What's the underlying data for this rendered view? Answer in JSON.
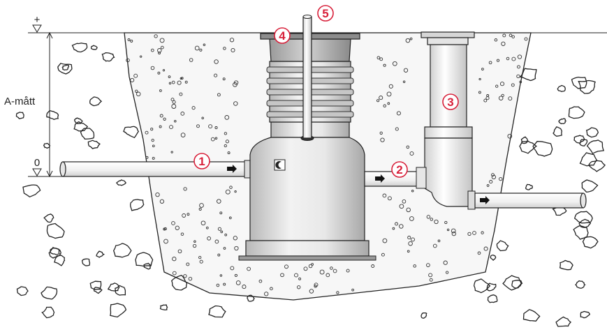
{
  "dimension": {
    "label": "A-mått",
    "top_marker": "+",
    "bottom_marker": "0"
  },
  "callouts": [
    {
      "number": "1"
    },
    {
      "number": "2"
    },
    {
      "number": "3"
    },
    {
      "number": "4"
    },
    {
      "number": "5"
    }
  ],
  "colors": {
    "callout": "#d8203a",
    "outline": "#222222",
    "pipe_fill": "#f4f4f4",
    "tank_fill": "#e0e0e0",
    "ground_fill": "#f7f7f7"
  },
  "icons": {
    "tank_badge": "moon-logo-icon",
    "flow_arrow": "right-arrow-icon"
  }
}
